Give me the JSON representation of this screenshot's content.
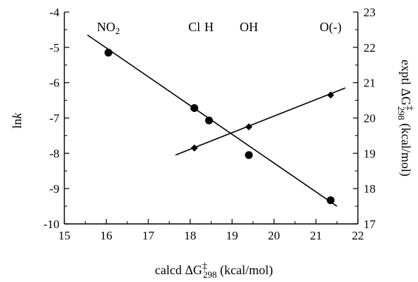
{
  "chart_data": {
    "type": "scatter",
    "x_axis": {
      "label": "calcd ΔG‡298 (kcal/mol)",
      "label_parts": {
        "prefix": "calcd ΔG",
        "superscript": "‡",
        "subscript": "298",
        "suffix": " (kcal/mol)"
      },
      "range": [
        15,
        22
      ],
      "ticks": [
        15,
        16,
        17,
        18,
        19,
        20,
        21,
        22
      ]
    },
    "y_axis_left": {
      "label": "lnk",
      "label_parts": {
        "main": "ln",
        "italic": "k"
      },
      "range": [
        -10,
        -4
      ],
      "ticks": [
        -4,
        -5,
        -6,
        -7,
        -8,
        -9,
        -10
      ]
    },
    "y_axis_right": {
      "label": "exptl ΔG‡298 (kcal/mol)",
      "label_parts": {
        "prefix": "exptl ΔG",
        "superscript": "‡",
        "subscript": "298",
        "suffix": " (kcal/mol)"
      },
      "range": [
        17,
        23
      ],
      "ticks": [
        17,
        18,
        19,
        20,
        21,
        22,
        23
      ]
    },
    "series": [
      {
        "axis": "left",
        "marker": "circle",
        "points": [
          {
            "x": 16.05,
            "y": -5.15
          },
          {
            "x": 18.1,
            "y": -6.72
          },
          {
            "x": 18.45,
            "y": -7.07
          },
          {
            "x": 19.4,
            "y": -8.05
          },
          {
            "x": 21.35,
            "y": -9.33
          }
        ],
        "fit_line": {
          "x": [
            15.55,
            21.5
          ],
          "y": [
            -4.65,
            -9.5
          ]
        }
      },
      {
        "axis": "right",
        "marker": "diamond",
        "points": [
          {
            "x": 18.1,
            "y": 19.15
          },
          {
            "x": 19.4,
            "y": 19.75
          },
          {
            "x": 21.35,
            "y": 20.65
          }
        ],
        "fit_line": {
          "x": [
            17.65,
            21.7
          ],
          "y": [
            18.95,
            20.85
          ]
        }
      }
    ],
    "group_labels": [
      {
        "text_parts": {
          "main": "NO",
          "subscript": "2"
        },
        "x": 16.05
      },
      {
        "text": "Cl",
        "x": 18.1
      },
      {
        "text": "H",
        "x": 18.45
      },
      {
        "text": "OH",
        "x": 19.4
      },
      {
        "text": "O(-)",
        "x": 21.35
      }
    ],
    "grid": false,
    "legend": "none",
    "colors": {
      "ink": "#000000",
      "background": "#ffffff"
    }
  }
}
